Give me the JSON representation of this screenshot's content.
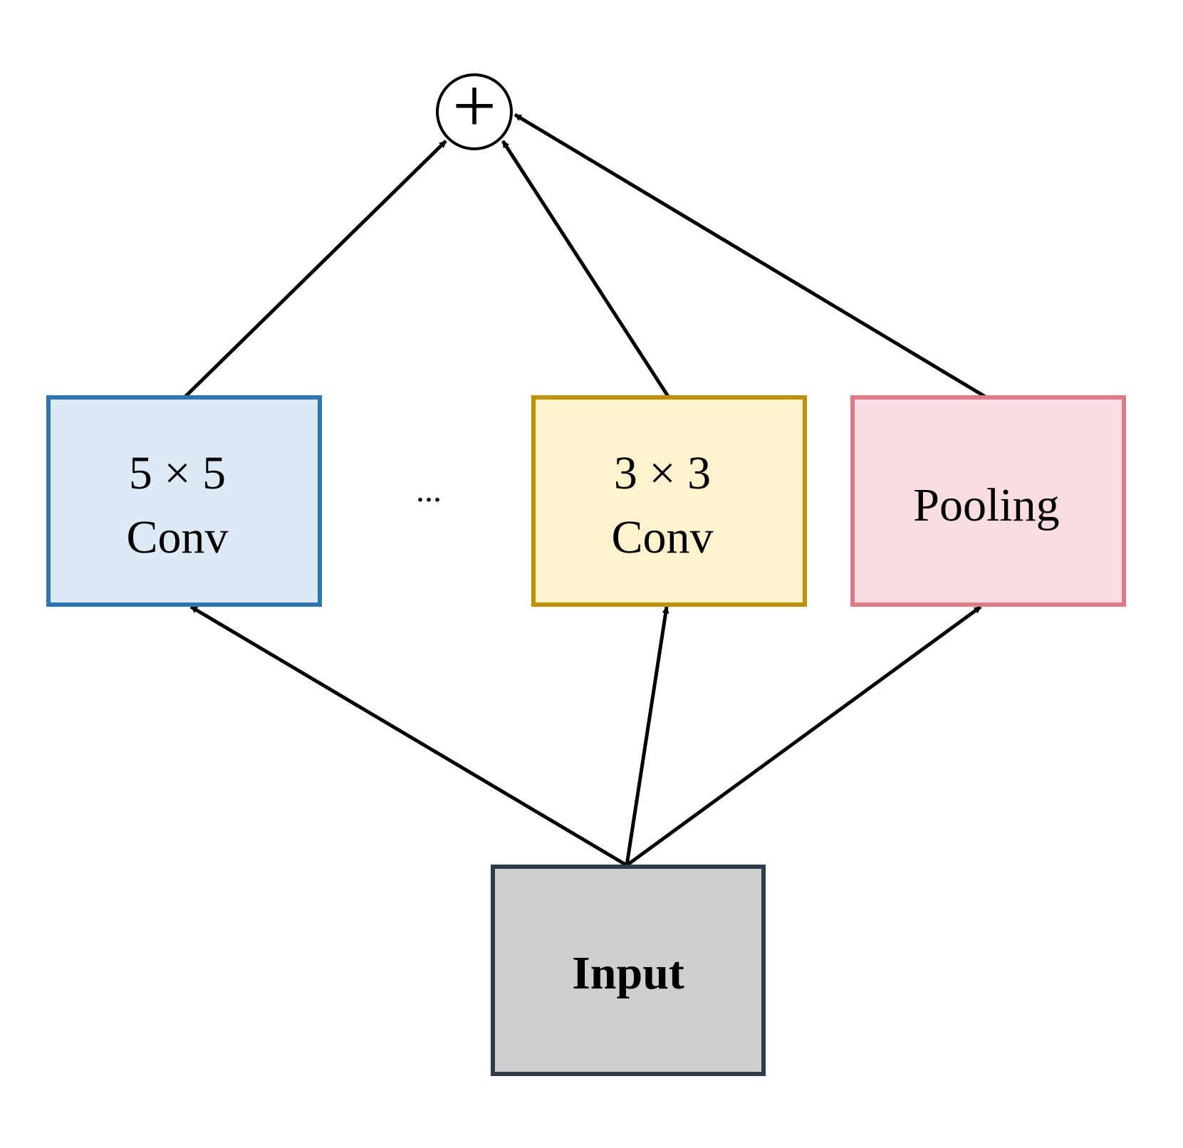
{
  "diagram": {
    "nodes": {
      "conv5": {
        "lines": [
          "5 × 5",
          "Conv"
        ],
        "fill": "#dde9f5",
        "border": "#2e75b6"
      },
      "ellipsis": {
        "label": "..."
      },
      "conv3": {
        "lines": [
          "3 × 3",
          "Conv"
        ],
        "fill": "#fff2cc",
        "border": "#bf9000"
      },
      "pooling": {
        "label": "Pooling",
        "fill": "#f9dde2",
        "border": "#e07b86"
      },
      "input": {
        "label": "Input",
        "fill": "#d0cfd0",
        "border": "#2f3a4a"
      },
      "sum": {
        "symbol": "+"
      }
    },
    "edges": [
      {
        "from": "input",
        "to": "conv5"
      },
      {
        "from": "input",
        "to": "conv3"
      },
      {
        "from": "input",
        "to": "pooling"
      },
      {
        "from": "conv5",
        "to": "sum"
      },
      {
        "from": "conv3",
        "to": "sum"
      },
      {
        "from": "pooling",
        "to": "sum"
      }
    ],
    "colors": {
      "edge": "#000000",
      "text": "#000000"
    }
  }
}
